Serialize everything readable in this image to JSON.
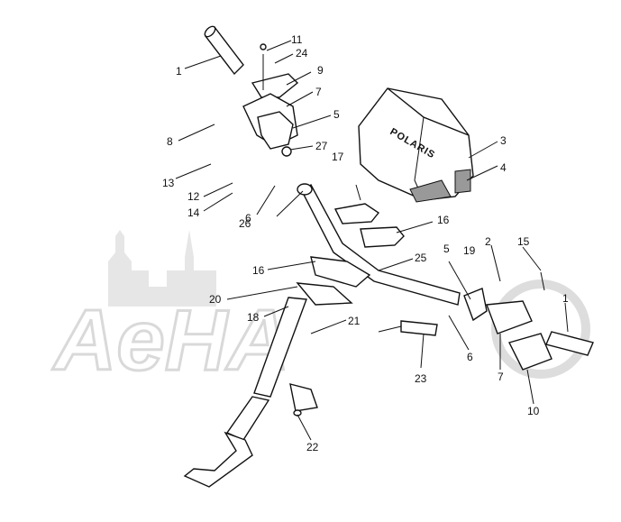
{
  "diagram": {
    "watermark": "AeHA",
    "hood_logo": "POLARIS",
    "callouts": [
      {
        "id": "c1a",
        "label": "1"
      },
      {
        "id": "c1b",
        "label": "1"
      },
      {
        "id": "c2",
        "label": "2"
      },
      {
        "id": "c3",
        "label": "3"
      },
      {
        "id": "c4",
        "label": "4"
      },
      {
        "id": "c5a",
        "label": "5"
      },
      {
        "id": "c5b",
        "label": "5"
      },
      {
        "id": "c6a",
        "label": "6"
      },
      {
        "id": "c6b",
        "label": "6"
      },
      {
        "id": "c7a",
        "label": "7"
      },
      {
        "id": "c7b",
        "label": "7"
      },
      {
        "id": "c8",
        "label": "8"
      },
      {
        "id": "c9",
        "label": "9"
      },
      {
        "id": "c10",
        "label": "10"
      },
      {
        "id": "c11",
        "label": "11"
      },
      {
        "id": "c12",
        "label": "12"
      },
      {
        "id": "c13",
        "label": "13"
      },
      {
        "id": "c14",
        "label": "14"
      },
      {
        "id": "c15",
        "label": "15"
      },
      {
        "id": "c16a",
        "label": "16"
      },
      {
        "id": "c16b",
        "label": "16"
      },
      {
        "id": "c17",
        "label": "17"
      },
      {
        "id": "c18",
        "label": "18"
      },
      {
        "id": "c19",
        "label": "19"
      },
      {
        "id": "c20",
        "label": "20"
      },
      {
        "id": "c21",
        "label": "21"
      },
      {
        "id": "c22",
        "label": "22"
      },
      {
        "id": "c23",
        "label": "23"
      },
      {
        "id": "c24",
        "label": "24"
      },
      {
        "id": "c25",
        "label": "25"
      },
      {
        "id": "c26",
        "label": "26"
      },
      {
        "id": "c27",
        "label": "27"
      }
    ]
  }
}
